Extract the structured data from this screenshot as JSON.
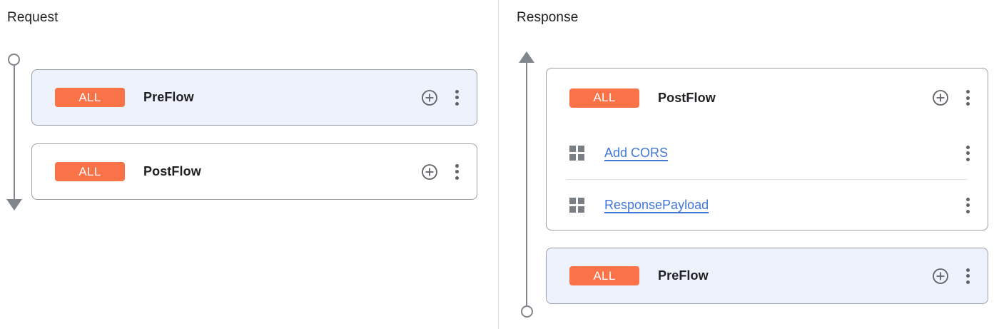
{
  "panels": {
    "request": {
      "title": "Request",
      "rail": {
        "start_marker": "circle",
        "end_marker": "arrow-down"
      },
      "cards": [
        {
          "badge": "ALL",
          "name": "PreFlow",
          "selected": true,
          "actions": {
            "add": "add-circle-icon",
            "menu": "more-vert-icon"
          },
          "policies": []
        },
        {
          "badge": "ALL",
          "name": "PostFlow",
          "selected": false,
          "actions": {
            "add": "add-circle-icon",
            "menu": "more-vert-icon"
          },
          "policies": []
        }
      ]
    },
    "response": {
      "title": "Response",
      "rail": {
        "start_marker": "arrow-up",
        "end_marker": "circle"
      },
      "cards": [
        {
          "badge": "ALL",
          "name": "PostFlow",
          "selected": false,
          "actions": {
            "add": "add-circle-icon",
            "menu": "more-vert-icon"
          },
          "policies": [
            {
              "handle": "drag-handle-icon",
              "label": "Add CORS",
              "menu": "more-vert-icon"
            },
            {
              "handle": "drag-handle-icon",
              "label": "ResponsePayload",
              "menu": "more-vert-icon"
            }
          ]
        },
        {
          "badge": "ALL",
          "name": "PreFlow",
          "selected": true,
          "actions": {
            "add": "add-circle-icon",
            "menu": "more-vert-icon"
          },
          "policies": []
        }
      ]
    }
  },
  "colors": {
    "badge_background": "#fa7248",
    "badge_text": "#ffffff",
    "selected_card_background": "#eef2fc",
    "card_border": "#9aa0a6",
    "link": "#4277d6",
    "rail": "#80868b",
    "icon": "#5f6368",
    "divider": "#e4e5e7",
    "page_background": "#ffffff"
  }
}
